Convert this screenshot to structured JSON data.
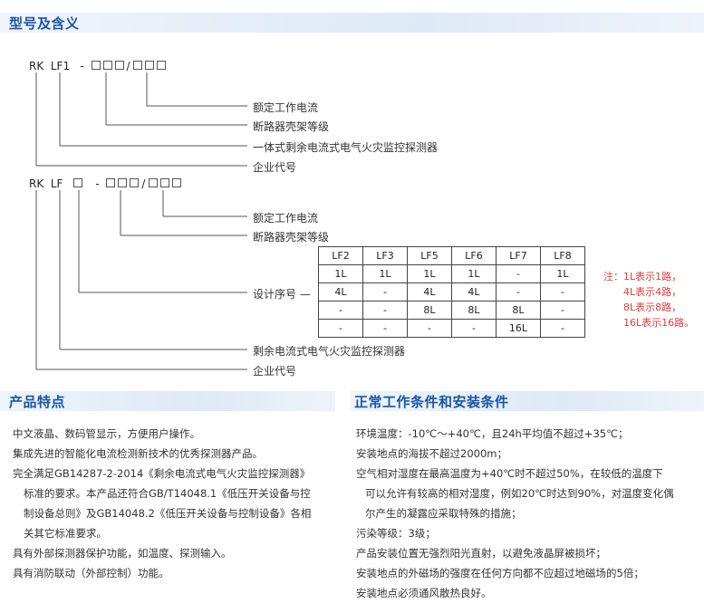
{
  "section1_title": "型号及含义",
  "model1": {
    "rk": "RK",
    "lf": "LF1",
    "dash": "-",
    "slash": "/"
  },
  "model1_desc": [
    "额定工作电流",
    "断路器壳架等级",
    "一体式剩余电流式电气火灾监控探测器",
    "企业代号"
  ],
  "model2": {
    "rk": "RK",
    "lf": "LF",
    "dash": "-",
    "slash": "/"
  },
  "model2_desc": [
    "额定工作电流",
    "断路器壳架等级",
    "设计序号 —",
    "剩余电流式电气火灾监控探测器",
    "企业代号"
  ],
  "table": {
    "header": [
      "LF2",
      "LF3",
      "LF5",
      "LF6",
      "LF7",
      "LF8"
    ],
    "rows": [
      [
        "1L",
        "1L",
        "1L",
        "1L",
        "-",
        "1L"
      ],
      [
        "4L",
        "-",
        "4L",
        "4L",
        "-",
        "-"
      ],
      [
        "-",
        "-",
        "8L",
        "8L",
        "8L",
        "-"
      ],
      [
        "-",
        "-",
        "-",
        "-",
        "16L",
        "-"
      ]
    ]
  },
  "note": [
    "注：1L表示1路，",
    "4L表示4路，",
    "8L表示8路，",
    "16L表示16路。"
  ],
  "section2_title": "产品特点",
  "features": [
    "中文液晶、数码管显示，方便用户操作。",
    "集成先进的智能化电流检测新技术的优秀探测器产品。",
    "完全满足GB14287-2-2014《剩余电流式电气火灾监控探测器》",
    "标准的要求。本产品还符合GB/T14048.1《低压开关设备与控",
    "制设备总则》及GB14048.2《低压开关设备与控制设备》各相",
    "关其它标准要求。",
    "具有外部探测器保护功能，如温度、探测输入。",
    "具有消防联动（外部控制）功能。"
  ],
  "section3_title": "正常工作条件和安装条件",
  "conditions": [
    "环境温度：-10℃～+40℃，且24h平均值不超过+35℃；",
    "安装地点的海拔不超过2000m；",
    "空气相对湿度在最高温度为+40℃时不超过50%，在较低的温度下",
    "可以允许有较高的相对湿度，例如20℃时达到90%，对温度变化偶",
    "尔产生的凝露应采取特殊的措施；",
    "污染等级：3级；",
    "产品安装位置无强烈阳光直射，以避免液晶屏被损坏；",
    "安装地点的外磁场的强度在任何方向都不应超过地磁场的5倍；",
    "安装地点必须通风散热良好。"
  ]
}
